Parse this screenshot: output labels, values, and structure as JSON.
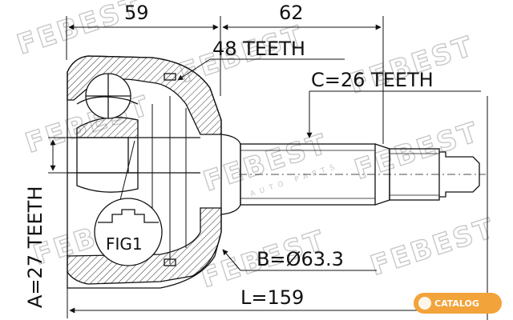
{
  "brand": {
    "watermark": "FEBEST",
    "watermark_sub": "AUTO PARTS",
    "corner_logo": "CATALOG"
  },
  "dimensions": {
    "top_left": "59",
    "top_right": "62",
    "outer_teeth": "48 TEETH",
    "spline_c": "C=26 TEETH",
    "spline_a": "A=27 TEETH",
    "bearing_b": "B=Ø63.3",
    "length_l": "L=159",
    "fig_label": "FIG1"
  },
  "colors": {
    "line": "#111111",
    "hatch": "#333333",
    "watermark": "#c8c8c8",
    "logo_bg": "#f2a33a"
  }
}
